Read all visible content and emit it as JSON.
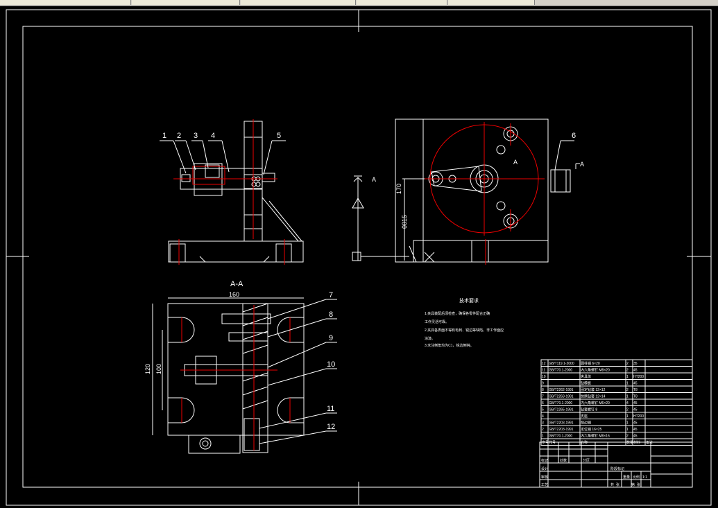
{
  "balloons": [
    "1",
    "2",
    "3",
    "4",
    "5",
    "6",
    "7",
    "8",
    "9",
    "10",
    "11",
    "12"
  ],
  "section_title": "A-A",
  "section_mark": "A",
  "dims": {
    "d160": "160",
    "d120": "120",
    "d100": "100",
    "d170": "170",
    "d0015": "0015"
  },
  "notes": {
    "title": "技术要求",
    "lines": [
      "1.夹具装配后须检查，确保各零件配合正确",
      "工作灵活可靠。",
      "2.夹具各表面不得有毛刺、锐边等缺陷，非工作面应",
      "涂漆。",
      "3.未注倒角均为C1，锐边倒钝。"
    ]
  },
  "bom": {
    "rows": [
      {
        "no": "12",
        "code": "GB/T119.1-2000",
        "name": "圆柱销 6×20",
        "qty": "2",
        "mat": "35"
      },
      {
        "no": "11",
        "code": "GB/T70.1-2000",
        "name": "内六角螺钉 M8×20",
        "qty": "2",
        "mat": "45"
      },
      {
        "no": "10",
        "code": "",
        "name": "夹具体",
        "qty": "1",
        "mat": "HT200"
      },
      {
        "no": "9",
        "code": "",
        "name": "钻模板",
        "qty": "1",
        "mat": "45"
      },
      {
        "no": "8",
        "code": "GB/T2262-1991",
        "name": "固定钻套 12×12",
        "qty": "2",
        "mat": "T8"
      },
      {
        "no": "7",
        "code": "GB/T2263-1991",
        "name": "快换钻套 12×14",
        "qty": "1",
        "mat": "T8"
      },
      {
        "no": "6",
        "code": "GB/T70.1-2000",
        "name": "内六角螺钉 M6×20",
        "qty": "4",
        "mat": "45"
      },
      {
        "no": "5",
        "code": "GB/T2265-1991",
        "name": "钻套螺钉 8",
        "qty": "2",
        "mat": "45"
      },
      {
        "no": "4",
        "code": "",
        "name": "支座",
        "qty": "1",
        "mat": "HT200"
      },
      {
        "no": "3",
        "code": "GB/T2203-1991",
        "name": "削边销",
        "qty": "1",
        "mat": "45"
      },
      {
        "no": "2",
        "code": "GB/T2203-1991",
        "name": "定位销 16×25",
        "qty": "1",
        "mat": "45"
      },
      {
        "no": "1",
        "code": "GB/T70.1-2000",
        "name": "内六角螺钉 M8×16",
        "qty": "2",
        "mat": "45"
      }
    ],
    "header": {
      "no": "序号",
      "code": "代号",
      "name": "名称",
      "qty": "数量",
      "mat": "材料",
      "note": "备注"
    }
  },
  "title_block": {
    "cells": [
      "标记",
      "处数",
      "分区",
      "设计",
      "审核",
      "工艺",
      "阶段标记",
      "重量",
      "比例",
      "共",
      "张",
      "第",
      "张",
      "1:1"
    ]
  }
}
